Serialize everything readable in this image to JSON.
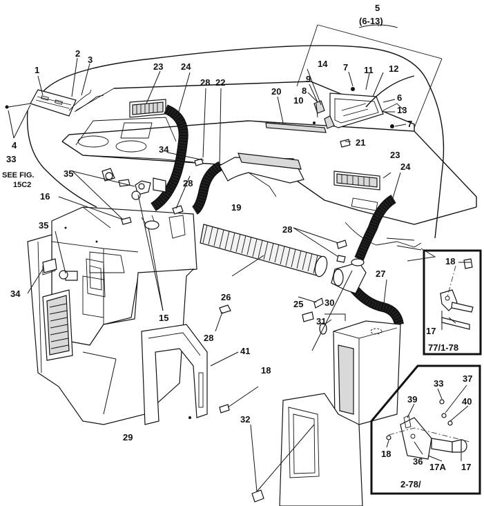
{
  "callouts": {
    "c1": "1",
    "c2": "2",
    "c3": "3",
    "c4": "4",
    "c5": "5",
    "c5sub": "(6-13)",
    "c6": "6",
    "c7a": "7",
    "c7b": "7",
    "c8": "8",
    "c9": "9",
    "c10": "10",
    "c11": "11",
    "c12": "12",
    "c13": "13",
    "c14": "14",
    "c15": "15",
    "c16": "16",
    "c17a": "17",
    "c17b": "17",
    "c17c": "17A",
    "c18a": "18",
    "c18b": "18",
    "c18c": "18",
    "c19": "19",
    "c20": "20",
    "c21": "21",
    "c22": "22",
    "c23a": "23",
    "c23b": "23",
    "c24a": "24",
    "c24b": "24",
    "c25": "25",
    "c26": "26",
    "c27": "27",
    "c28a": "28",
    "c28b": "28",
    "c28c": "28",
    "c28d": "28",
    "c29": "29",
    "c30": "30",
    "c31": "31",
    "c32": "32",
    "c33a": "33",
    "c33b": "33",
    "c34a": "34",
    "c34b": "34",
    "c35a": "35",
    "c35b": "35",
    "c36": "36",
    "c37": "37",
    "c39": "39",
    "c40": "40",
    "c41": "41"
  },
  "notes": {
    "see": "SEE FIG.",
    "fig": "15C2"
  },
  "insets": {
    "upper_label": "77/1-78",
    "lower_label": "2-78/"
  }
}
